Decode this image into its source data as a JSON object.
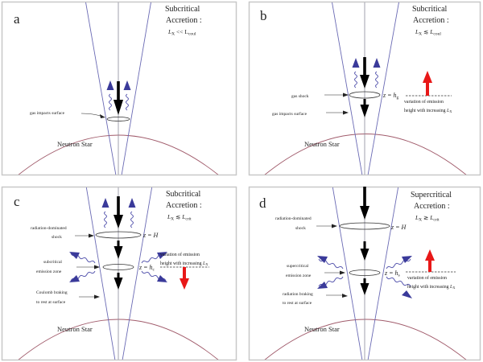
{
  "panels": [
    {
      "id": "a",
      "letter": "a",
      "title_line1": "Subcritical",
      "title_line2": "Accretion :",
      "condition": {
        "lhs": "L",
        "lhs_sub": "X",
        "rel": " << ",
        "rhs": "L",
        "rhs_sub": "coul",
        "rhs_italic": false
      },
      "star_label": "Neutron Star",
      "labels": [
        "gas impacts surface"
      ]
    },
    {
      "id": "b",
      "letter": "b",
      "title_line1": "Subcritical",
      "title_line2": "Accretion :",
      "condition": {
        "lhs": "L",
        "lhs_sub": "X",
        "rel": " ≲ ",
        "rhs": "L",
        "rhs_sub": "coul",
        "rhs_italic": true
      },
      "star_label": "Neutron Star",
      "labels": [
        "gas shock",
        "gas impacts surface"
      ],
      "height_label": {
        "prefix": "z = ",
        "var": "h",
        "sub": "g"
      },
      "variation_line1": "variation of emission",
      "variation_line2": "height with increasing ",
      "variation_var": "L",
      "variation_sub": "X",
      "variation_direction": "up"
    },
    {
      "id": "c",
      "letter": "c",
      "title_line1": "Subcritical",
      "title_line2": "Accretion :",
      "condition": {
        "lhs": "L",
        "lhs_sub": "X",
        "rel": " ≲ ",
        "rhs": "L",
        "rhs_sub": "crit",
        "rhs_italic": true
      },
      "star_label": "Neutron Star",
      "shock_label_line1": "radiation-dominated",
      "shock_label_line2": "shock",
      "zone_label_line1": "subcritical",
      "zone_label_line2": "emission zone",
      "brake_label_line1": "Coulomb braking",
      "brake_label_line2": "to rest at surface",
      "shock_height": {
        "prefix": "z = ",
        "var": "H",
        "sub": ""
      },
      "height_label": {
        "prefix": "z = ",
        "var": "h",
        "sub": "c"
      },
      "variation_line1": "variation of emission",
      "variation_line2": "height with increasing ",
      "variation_var": "L",
      "variation_sub": "X",
      "variation_direction": "down"
    },
    {
      "id": "d",
      "letter": "d",
      "title_line1": "Supercritical",
      "title_line2": "Accretion :",
      "condition": {
        "lhs": "L",
        "lhs_sub": "X",
        "rel": " ≳ ",
        "rhs": "L",
        "rhs_sub": "crit",
        "rhs_italic": true
      },
      "star_label": "Neutron Star",
      "shock_label_line1": "radiation-dominated",
      "shock_label_line2": "shock",
      "zone_label_line1": "supercritical",
      "zone_label_line2": "emission zone",
      "brake_label_line1": "radiation braking",
      "brake_label_line2": "to rest at surface",
      "shock_height": {
        "prefix": "z = ",
        "var": "H",
        "sub": ""
      },
      "height_label": {
        "prefix": "z = ",
        "var": "h",
        "sub": "s"
      },
      "variation_line1": "variation of emission",
      "variation_line2": "height with increasing ",
      "variation_var": "L",
      "variation_sub": "X",
      "variation_direction": "up"
    }
  ],
  "colors": {
    "accretion_column": "#6a6ab4",
    "photons": "#3a3a9a",
    "neutron_star_surface": "#a05a6a",
    "variation_arrow": "#e81818",
    "flow_arrow": "#000000"
  }
}
